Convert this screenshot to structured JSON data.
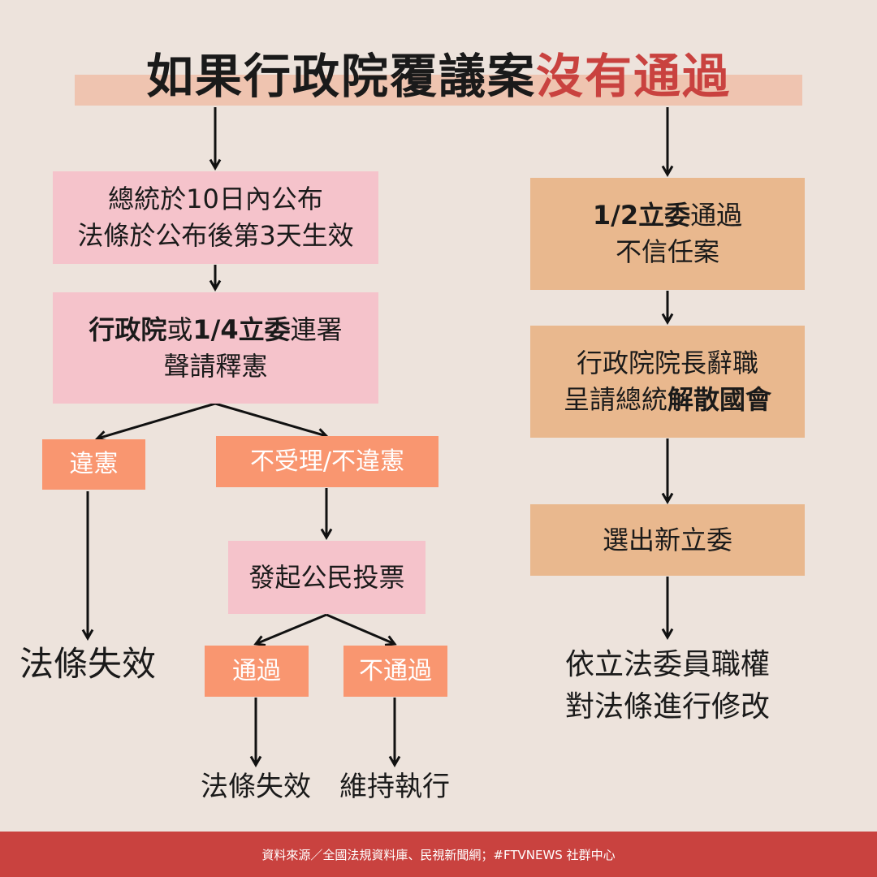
{
  "title": {
    "main": "如果行政院覆議案",
    "highlight": "沒有通過"
  },
  "left": {
    "promulgate": {
      "line1": "總統於10日內公布",
      "line2": "法條於公布後第3天生效"
    },
    "petition": {
      "bold1": "行政院",
      "text1": "或",
      "bold2": "1/4立委",
      "text2": "連署",
      "line2": "聲請釋憲"
    },
    "unconstitutional": "違憲",
    "not_accepted": "不受理/不違憲",
    "law_invalid_1": "法條失效",
    "referendum": "發起公民投票",
    "pass": "通過",
    "not_pass": "不通過",
    "law_invalid_2": "法條失效",
    "maintain": "維持執行"
  },
  "right": {
    "no_confidence": {
      "bold": "1/2立委",
      "text": "通過",
      "line2": "不信任案"
    },
    "resign": {
      "line1": "行政院院長辭職",
      "text": "呈請總統",
      "bold": "解散國會"
    },
    "elect": "選出新立委",
    "amend": {
      "line1": "依立法委員職權",
      "line2": "對法條進行修改"
    }
  },
  "footer": "資料來源／全國法規資料庫、民視新聞網；#FTVNEWS 社群中心",
  "colors": {
    "background": "#ede3dc",
    "title_highlight": "#c9423f",
    "pink_box": "#f5c3cb",
    "orange_box": "#f99670",
    "tan_box": "#e9b88e",
    "footer": "#c9423f"
  }
}
